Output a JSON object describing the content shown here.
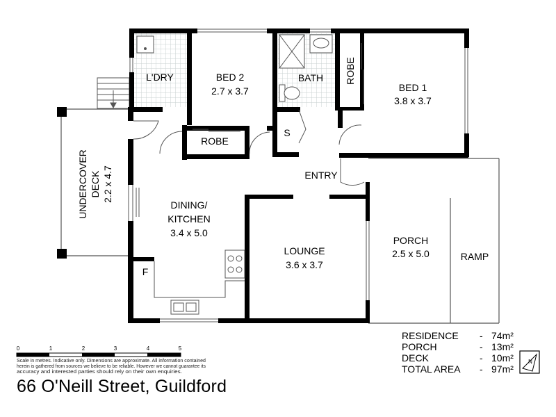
{
  "rooms": {
    "laundry": {
      "name": "L'DRY"
    },
    "bed2": {
      "name": "BED 2",
      "size": "2.7 x 3.7"
    },
    "bath": {
      "name": "BATH"
    },
    "robe_bed1": {
      "name": "ROBE"
    },
    "bed1": {
      "name": "BED 1",
      "size": "3.8 x 3.7"
    },
    "robe_bed2": {
      "name": "ROBE"
    },
    "storage": {
      "name": "S"
    },
    "entry": {
      "name": "ENTRY"
    },
    "deck": {
      "name": "UNDERCOVER DECK",
      "name_line1": "UNDERCOVER",
      "name_line2": "DECK",
      "size": "2.2 x 4.7"
    },
    "dining": {
      "name_line1": "DINING/",
      "name_line2": "KITCHEN",
      "size": "3.4 x 5.0"
    },
    "lounge": {
      "name": "LOUNGE",
      "size": "3.6 x 3.7"
    },
    "porch": {
      "name": "PORCH",
      "size": "2.5 x 5.0"
    },
    "ramp": {
      "name": "RAMP"
    },
    "fridge": {
      "name": "F"
    }
  },
  "scale": {
    "ticks": [
      "0",
      "1",
      "2",
      "3",
      "4",
      "5"
    ],
    "disclaimer_lines": [
      "Scale in metres. Indicative only. Dimensions are approximate. All information contained",
      "herein is gathered from sources we believe to be reliable. However we cannot guarantee its",
      "accuracy and interested parties should rely on their own enquiries."
    ]
  },
  "areas": [
    {
      "label": "RESIDENCE",
      "dash": "-",
      "value": "74m²"
    },
    {
      "label": "PORCH",
      "dash": "-",
      "value": "13m²"
    },
    {
      "label": "DECK",
      "dash": "-",
      "value": "10m²"
    },
    {
      "label": "TOTAL AREA",
      "dash": "-",
      "value": "97m²"
    }
  ],
  "compass": {
    "label": "N",
    "icon": "north-arrow-icon"
  },
  "address": "66 O'Neill Street, Guildford",
  "colors": {
    "wall": "#000000",
    "tile": "#cfd6d6",
    "line": "#555555"
  }
}
